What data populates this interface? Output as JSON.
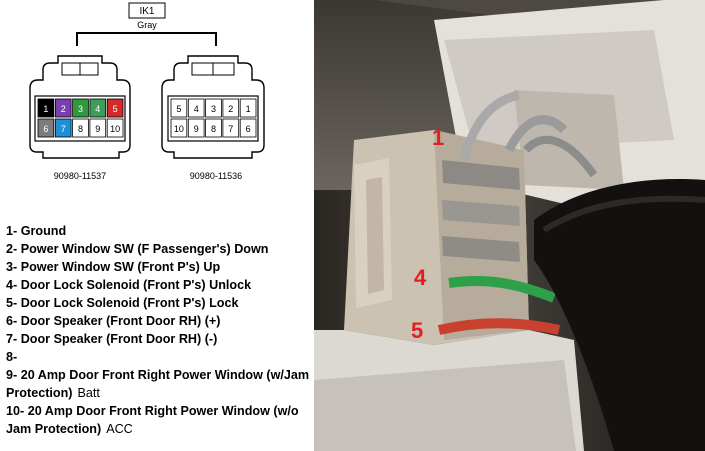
{
  "connector": {
    "id": "IK1",
    "color": "Gray",
    "harness_part_number": "90980-11537",
    "device_part_number": "90980-11536",
    "harness_side": {
      "top_row": [
        "1",
        "2",
        "3",
        "4",
        "5"
      ],
      "bottom_row": [
        "6",
        "7",
        "8",
        "9",
        "10"
      ]
    },
    "device_side": {
      "top_row": [
        "5",
        "4",
        "3",
        "2",
        "1"
      ],
      "bottom_row": [
        "10",
        "9",
        "8",
        "7",
        "6"
      ]
    },
    "wire_colors": {
      "1": "#000000",
      "2": "#7a3fb0",
      "3": "#2e9a3c",
      "4": "#3d9e5c",
      "5": "#d42a2a",
      "6": "#7d7d7d",
      "7": "#1f8fd6",
      "8": "#ffffff",
      "9": "#ffffff",
      "10": "#ffffff"
    }
  },
  "pins": [
    {
      "text": "1- Ground"
    },
    {
      "text": "2- Power Window SW (F Passenger's) Down"
    },
    {
      "text": "3- Power Window SW (Front P's) Up"
    },
    {
      "text": "4- Door Lock Solenoid (Front P's) Unlock"
    },
    {
      "text": "5- Door Lock Solenoid (Front P's) Lock"
    },
    {
      "text": "6- Door Speaker (Front Door RH) (+)"
    },
    {
      "text": "7- Door Speaker (Front Door RH) (-)"
    },
    {
      "text": "8-"
    },
    {
      "text": "9- 20 Amp Door Front Right Power Window (w/Jam Protection)",
      "note": "Batt"
    },
    {
      "text": "10- 20 Amp Door Front Right Power Window (w/o Jam Protection)",
      "note": "ACC"
    }
  ],
  "photo": {
    "labels": [
      "1",
      "4",
      "5"
    ],
    "label_color": "#e02020"
  }
}
